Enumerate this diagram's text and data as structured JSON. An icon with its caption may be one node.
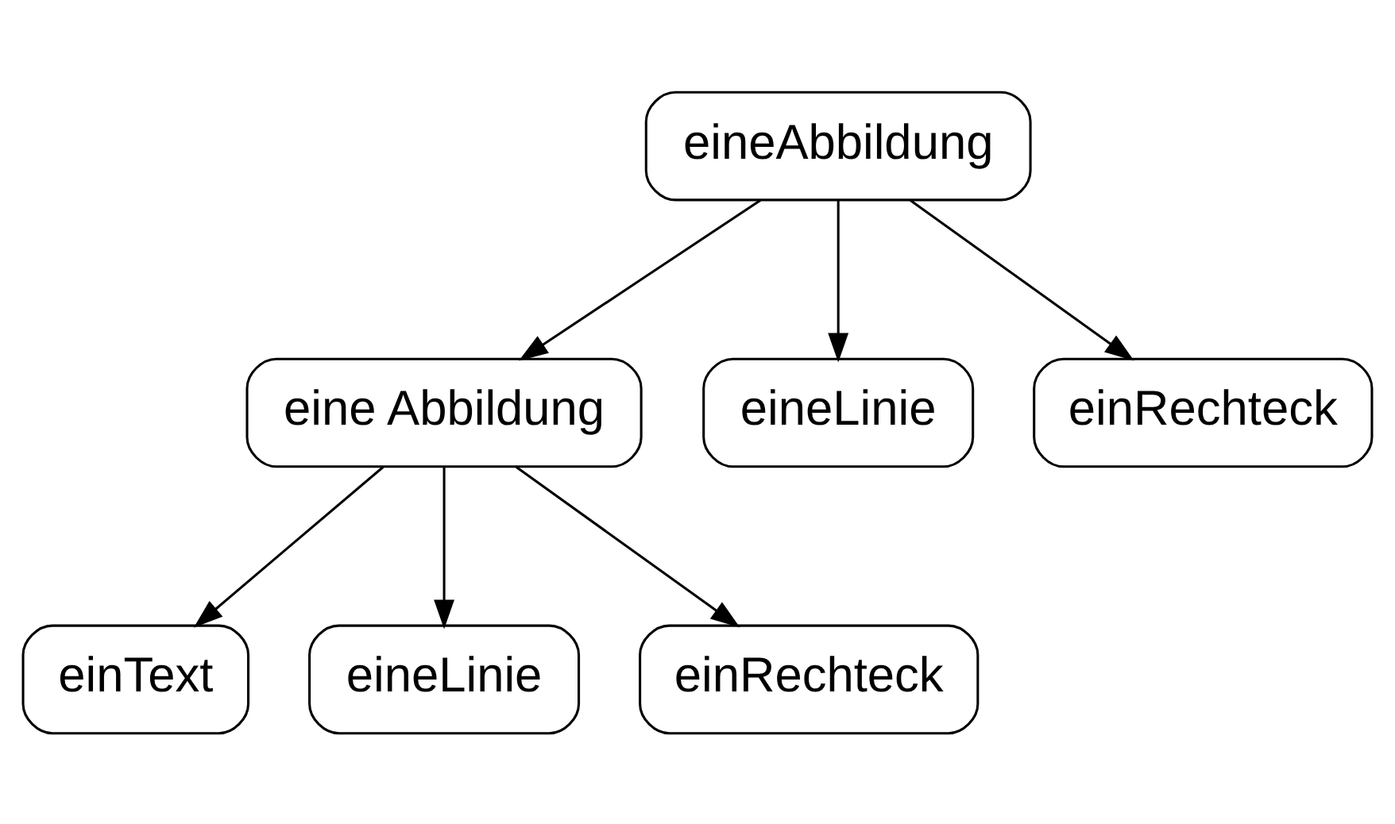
{
  "diagram": {
    "nodes": [
      {
        "text": [
          "eineAbbildung"
        ]
      },
      {
        "text": [
          "eine Abbildung"
        ]
      },
      {
        "text": [
          "eineLinie"
        ]
      },
      {
        "text": [
          "einRechteck"
        ]
      },
      {
        "text": [
          "einText"
        ]
      },
      {
        "text": [
          "eineLinie"
        ]
      },
      {
        "text": [
          "einRechteck"
        ]
      }
    ],
    "edges": [
      {
        "from": 0,
        "to": 1,
        "arrow": "to"
      },
      {
        "from": 0,
        "to": 2,
        "arrow": "to"
      },
      {
        "from": 0,
        "to": 3,
        "arrow": "to"
      },
      {
        "from": 1,
        "to": 4,
        "arrow": "to"
      },
      {
        "from": 1,
        "to": 5,
        "arrow": "to"
      },
      {
        "from": 1,
        "to": 6,
        "arrow": "to"
      }
    ]
  }
}
